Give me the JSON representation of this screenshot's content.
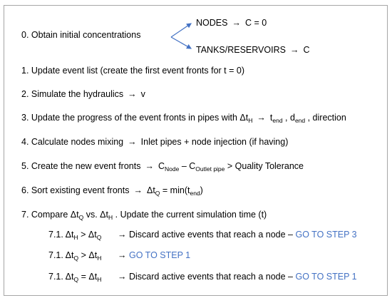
{
  "step0": {
    "label": "0. Obtain initial concentrations",
    "nodes_label": "NODES",
    "nodes_result": "C = 0",
    "tanks_label": "TANKS/RESERVOIRS",
    "tanks_result": "C"
  },
  "step1": {
    "text": "1. Update event list (create the first event fronts for t = 0)"
  },
  "step2": {
    "text": "2. Simulate the hydraulics",
    "result": "v"
  },
  "step3": {
    "text": "3. Update the progress of the event fronts in pipes with Δt",
    "text_sub": "H",
    "t": "t",
    "t_sub": "end",
    "d": "d",
    "d_sub": "end",
    "tail": "direction"
  },
  "step4": {
    "text": "4. Calculate nodes mixing",
    "result": "Inlet pipes + node injection (if having)"
  },
  "step5": {
    "text": "5. Create the new event fronts",
    "c1": "C",
    "c1_sub": "Node",
    "dash": "–",
    "c2": "C",
    "c2_sub": "Outlet pipe",
    "tail": "> Quality Tolerance"
  },
  "step6": {
    "text": "6. Sort existing event fronts",
    "dt": "Δt",
    "dt_sub": "Q",
    "eq": "= min(t",
    "eq_sub": "end",
    "eq_close": ")"
  },
  "step7": {
    "prefix": "7. Compare Δt",
    "s1": "Q",
    "vs": "vs. Δt",
    "s2": "H",
    "tail": ". Update the current simulation time (t)"
  },
  "sub71a": {
    "num": "7.1. Δt",
    "s1": "H",
    "op": "> Δt",
    "s2": "Q",
    "action": "Discard active events that reach a node –",
    "goto": "GO TO STEP 3"
  },
  "sub71b": {
    "num": "7.1. Δt",
    "s1": "Q",
    "op": "> Δt",
    "s2": "H",
    "goto": "GO TO STEP 1"
  },
  "sub71c": {
    "num": "7.1. Δt",
    "s1": "Q",
    "op": "= Δt",
    "s2": "H",
    "action": "Discard active events that reach a node –",
    "goto": "GO TO STEP 1"
  },
  "arrow": "→",
  "colors": {
    "link": "#4472c4",
    "brace": "#4472c4",
    "border": "#a6a6a6"
  }
}
